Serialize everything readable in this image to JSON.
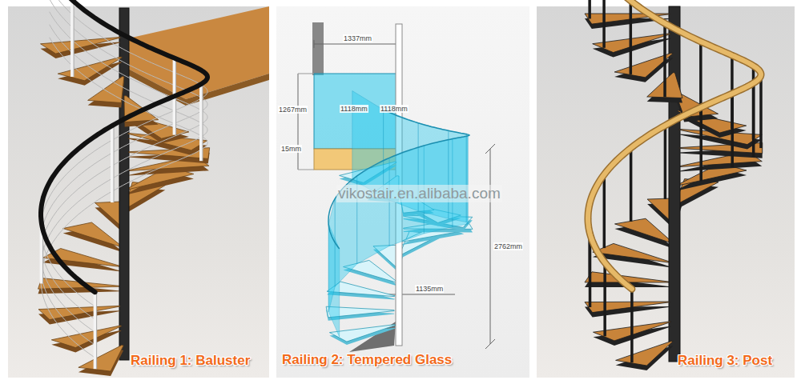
{
  "diagram": {
    "labels": [
      "Railing 1: Baluster",
      "1337mm",
      "1267mm",
      "1118mm",
      "1118mm",
      "15mm",
      "vikostair.en.alibaba.com",
      "2762mm",
      "1135mm",
      "Railing 2: Tempered Glass",
      "Railing 3: Post"
    ]
  }
}
